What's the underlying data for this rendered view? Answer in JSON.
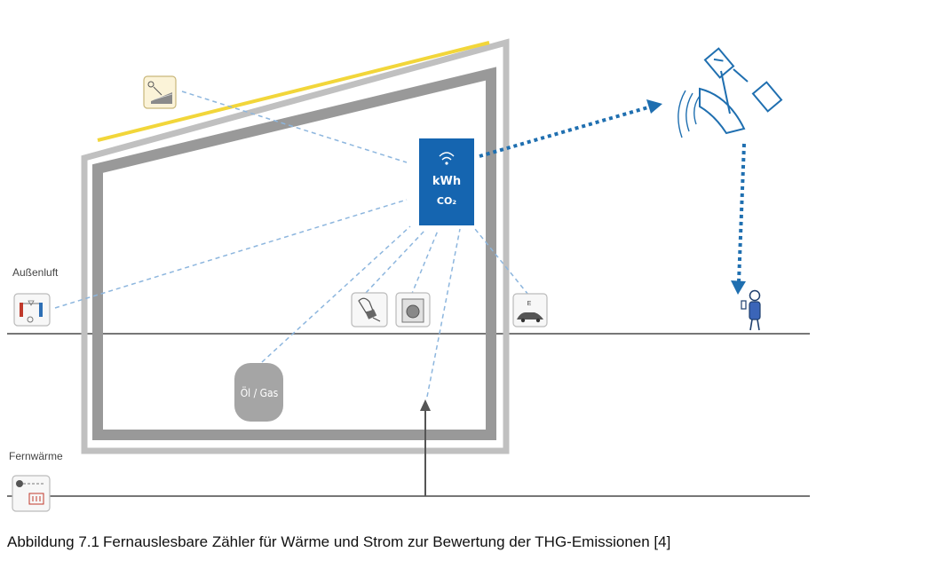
{
  "labels": {
    "outside_air": "Außenluft",
    "district_heating": "Fernwärme",
    "meter_line1": "kWh",
    "meter_line2": "CO₂",
    "oil_gas": "Öl / Gas",
    "ev_badge": "E"
  },
  "icons": {
    "solar_panel": "solar-panel-icon",
    "heat_pump": "heat-pump-icon",
    "district_heat": "district-heating-icon",
    "bulb": "light-bulb-icon",
    "washer": "washing-machine-icon",
    "car": "electric-car-icon",
    "satellite": "satellite-icon",
    "person": "person-with-phone-icon",
    "wifi": "wifi-icon"
  },
  "colors": {
    "meter_blue": "#1565b0",
    "solar_yellow": "#f2d63a",
    "arrow_blue": "#1f6fb0",
    "dashed_line": "#8db6de",
    "wall_gray": "#a8a8a8",
    "ground_line": "#777777"
  },
  "caption": {
    "number": "Abbildung 7.1",
    "text": "Fernauslesbare Zähler für Wärme und Strom zur Bewertung der THG-Emissionen [4]"
  }
}
